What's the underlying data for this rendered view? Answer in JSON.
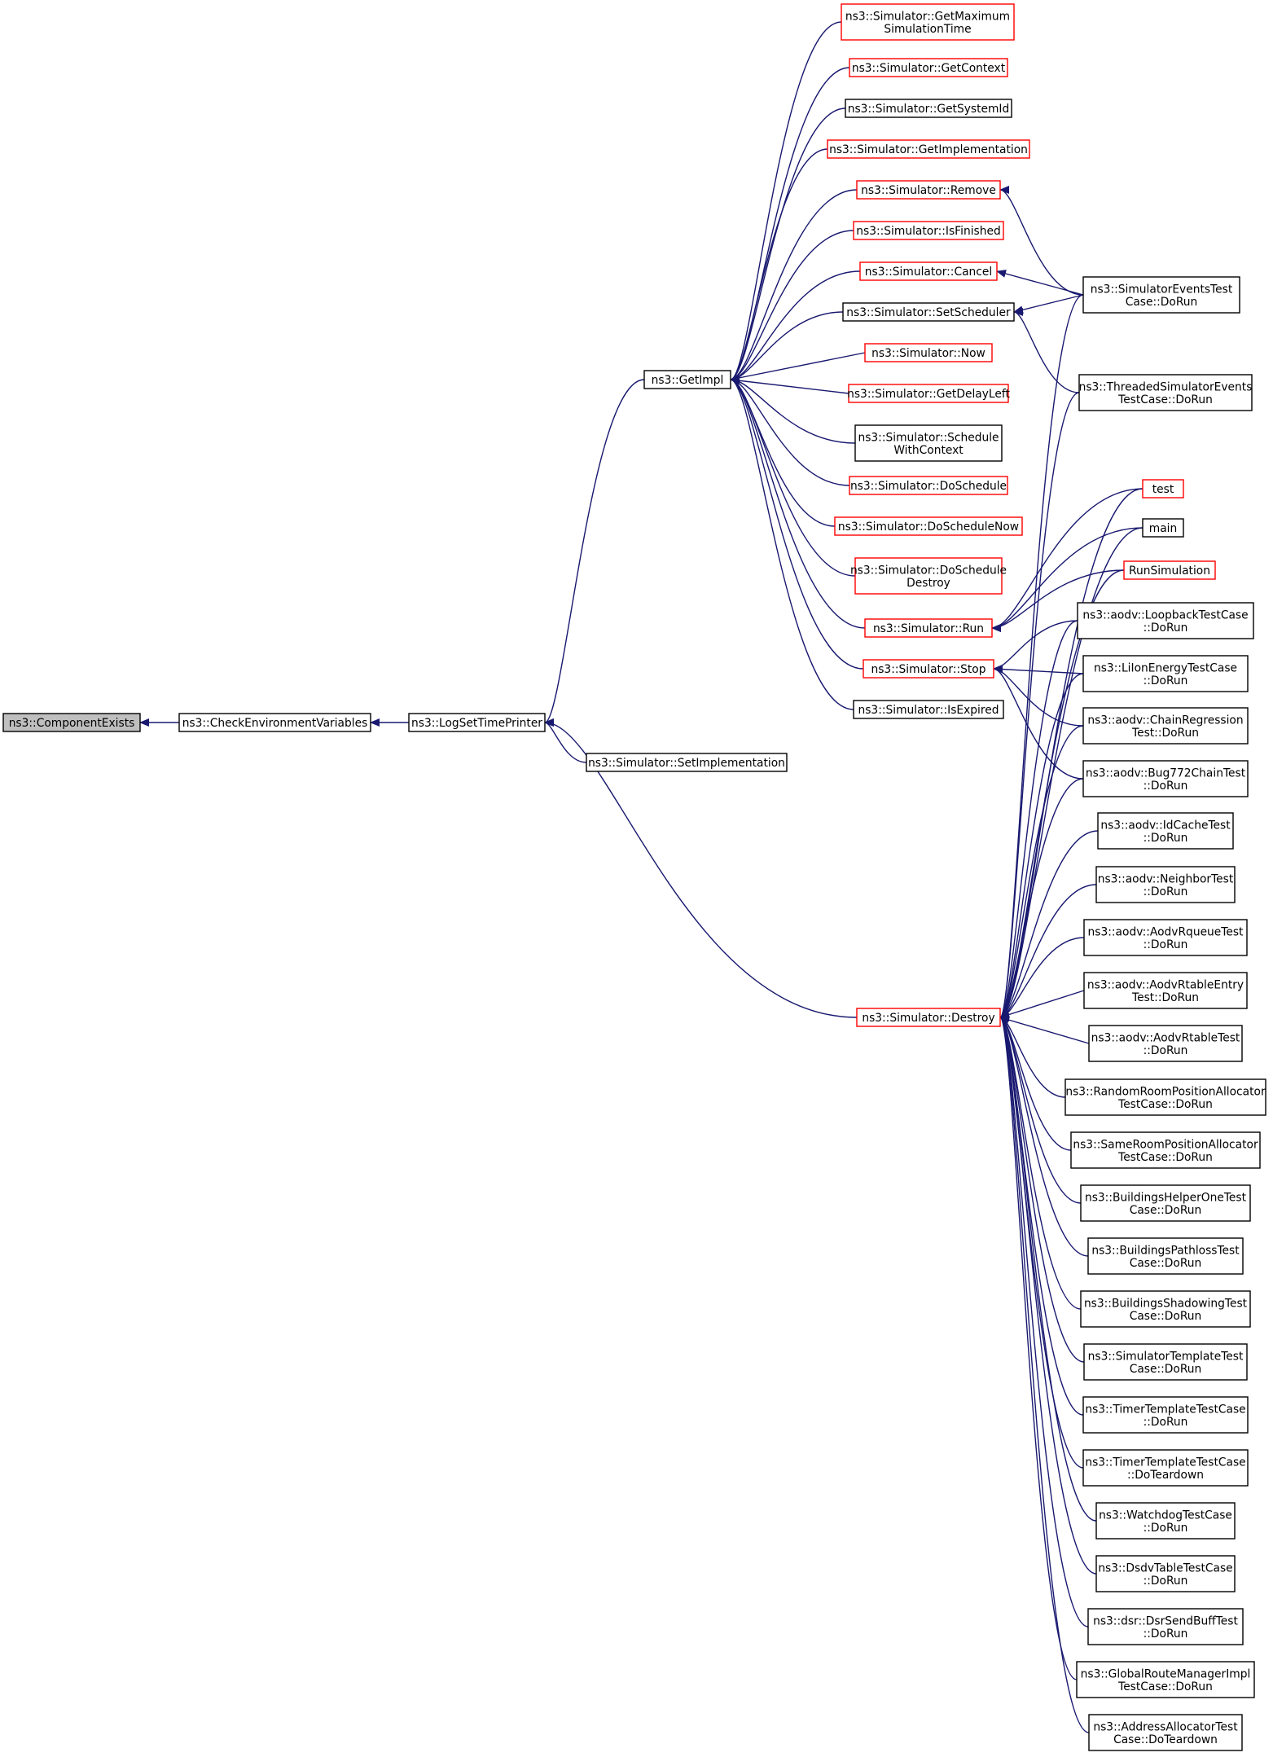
{
  "graph": {
    "edge_color": "#191970",
    "node_border_default": "#000000",
    "node_border_red": "#ff0000",
    "root_fill": "#bfbfbf",
    "nodes": [
      {
        "id": "component_exists",
        "label": [
          "ns3::ComponentExists"
        ],
        "style": "root"
      },
      {
        "id": "check_env",
        "label": [
          "ns3::CheckEnvironmentVariables"
        ],
        "style": "black"
      },
      {
        "id": "log_set_time_printer",
        "label": [
          "ns3::LogSetTimePrinter"
        ],
        "style": "black"
      },
      {
        "id": "get_impl",
        "label": [
          "ns3::GetImpl"
        ],
        "style": "black"
      },
      {
        "id": "set_implementation",
        "label": [
          "ns3::Simulator::SetImplementation"
        ],
        "style": "black"
      },
      {
        "id": "get_max_sim_time",
        "label": [
          "ns3::Simulator::GetMaximum",
          "SimulationTime"
        ],
        "style": "red"
      },
      {
        "id": "get_context",
        "label": [
          "ns3::Simulator::GetContext"
        ],
        "style": "red"
      },
      {
        "id": "get_system_id",
        "label": [
          "ns3::Simulator::GetSystemId"
        ],
        "style": "black"
      },
      {
        "id": "get_implementation",
        "label": [
          "ns3::Simulator::GetImplementation"
        ],
        "style": "red"
      },
      {
        "id": "remove",
        "label": [
          "ns3::Simulator::Remove"
        ],
        "style": "red"
      },
      {
        "id": "is_finished",
        "label": [
          "ns3::Simulator::IsFinished"
        ],
        "style": "red"
      },
      {
        "id": "cancel",
        "label": [
          "ns3::Simulator::Cancel"
        ],
        "style": "red"
      },
      {
        "id": "set_scheduler",
        "label": [
          "ns3::Simulator::SetScheduler"
        ],
        "style": "black"
      },
      {
        "id": "now",
        "label": [
          "ns3::Simulator::Now"
        ],
        "style": "red"
      },
      {
        "id": "get_delay_left",
        "label": [
          "ns3::Simulator::GetDelayLeft"
        ],
        "style": "red"
      },
      {
        "id": "schedule_with_context",
        "label": [
          "ns3::Simulator::Schedule",
          "WithContext"
        ],
        "style": "black"
      },
      {
        "id": "do_schedule",
        "label": [
          "ns3::Simulator::DoSchedule"
        ],
        "style": "red"
      },
      {
        "id": "do_schedule_now",
        "label": [
          "ns3::Simulator::DoScheduleNow"
        ],
        "style": "red"
      },
      {
        "id": "do_schedule_destroy",
        "label": [
          "ns3::Simulator::DoSchedule",
          "Destroy"
        ],
        "style": "red"
      },
      {
        "id": "run",
        "label": [
          "ns3::Simulator::Run"
        ],
        "style": "red"
      },
      {
        "id": "stop",
        "label": [
          "ns3::Simulator::Stop"
        ],
        "style": "red"
      },
      {
        "id": "is_expired",
        "label": [
          "ns3::Simulator::IsExpired"
        ],
        "style": "black"
      },
      {
        "id": "destroy",
        "label": [
          "ns3::Simulator::Destroy"
        ],
        "style": "red"
      },
      {
        "id": "sim_events_test",
        "label": [
          "ns3::SimulatorEventsTest",
          "Case::DoRun"
        ],
        "style": "black"
      },
      {
        "id": "threaded_sim_events",
        "label": [
          "ns3::ThreadedSimulatorEvents",
          "TestCase::DoRun"
        ],
        "style": "black"
      },
      {
        "id": "test",
        "label": [
          "test"
        ],
        "style": "red"
      },
      {
        "id": "main",
        "label": [
          "main"
        ],
        "style": "black"
      },
      {
        "id": "run_simulation",
        "label": [
          "RunSimulation"
        ],
        "style": "red"
      },
      {
        "id": "aodv_loopback",
        "label": [
          "ns3::aodv::LoopbackTestCase",
          "::DoRun"
        ],
        "style": "black"
      },
      {
        "id": "liion_energy",
        "label": [
          "ns3::LiIonEnergyTestCase",
          "::DoRun"
        ],
        "style": "black"
      },
      {
        "id": "aodv_chain_regression",
        "label": [
          "ns3::aodv::ChainRegression",
          "Test::DoRun"
        ],
        "style": "black"
      },
      {
        "id": "aodv_bug772",
        "label": [
          "ns3::aodv::Bug772ChainTest",
          "::DoRun"
        ],
        "style": "black"
      },
      {
        "id": "aodv_idcache",
        "label": [
          "ns3::aodv::IdCacheTest",
          "::DoRun"
        ],
        "style": "black"
      },
      {
        "id": "aodv_neighbor",
        "label": [
          "ns3::aodv::NeighborTest",
          "::DoRun"
        ],
        "style": "black"
      },
      {
        "id": "aodv_rqueue",
        "label": [
          "ns3::aodv::AodvRqueueTest",
          "::DoRun"
        ],
        "style": "black"
      },
      {
        "id": "aodv_rtable_entry",
        "label": [
          "ns3::aodv::AodvRtableEntry",
          "Test::DoRun"
        ],
        "style": "black"
      },
      {
        "id": "aodv_rtable",
        "label": [
          "ns3::aodv::AodvRtableTest",
          "::DoRun"
        ],
        "style": "black"
      },
      {
        "id": "random_room",
        "label": [
          "ns3::RandomRoomPositionAllocator",
          "TestCase::DoRun"
        ],
        "style": "black"
      },
      {
        "id": "same_room",
        "label": [
          "ns3::SameRoomPositionAllocator",
          "TestCase::DoRun"
        ],
        "style": "black"
      },
      {
        "id": "buildings_helper",
        "label": [
          "ns3::BuildingsHelperOneTest",
          "Case::DoRun"
        ],
        "style": "black"
      },
      {
        "id": "buildings_pathloss",
        "label": [
          "ns3::BuildingsPathlossTest",
          "Case::DoRun"
        ],
        "style": "black"
      },
      {
        "id": "buildings_shadowing",
        "label": [
          "ns3::BuildingsShadowingTest",
          "Case::DoRun"
        ],
        "style": "black"
      },
      {
        "id": "sim_template",
        "label": [
          "ns3::SimulatorTemplateTest",
          "Case::DoRun"
        ],
        "style": "black"
      },
      {
        "id": "timer_template_run",
        "label": [
          "ns3::TimerTemplateTestCase",
          "::DoRun"
        ],
        "style": "black"
      },
      {
        "id": "timer_template_teardown",
        "label": [
          "ns3::TimerTemplateTestCase",
          "::DoTeardown"
        ],
        "style": "black"
      },
      {
        "id": "watchdog",
        "label": [
          "ns3::WatchdogTestCase",
          "::DoRun"
        ],
        "style": "black"
      },
      {
        "id": "dsdv_table",
        "label": [
          "ns3::DsdvTableTestCase",
          "::DoRun"
        ],
        "style": "black"
      },
      {
        "id": "dsr_send_buff",
        "label": [
          "ns3::dsr::DsrSendBuffTest",
          "::DoRun"
        ],
        "style": "black"
      },
      {
        "id": "global_route_mgr",
        "label": [
          "ns3::GlobalRouteManagerImpl",
          "TestCase::DoRun"
        ],
        "style": "black"
      },
      {
        "id": "address_allocator",
        "label": [
          "ns3::AddressAllocatorTest",
          "Case::DoTeardown"
        ],
        "style": "black"
      }
    ]
  }
}
